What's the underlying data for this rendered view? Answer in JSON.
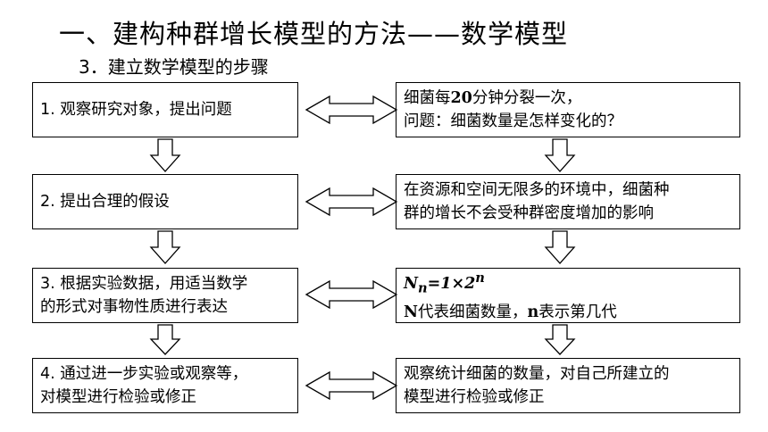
{
  "title": "一、建构种群增长模型的方法——数学模型",
  "subtitle": "3．建立数学模型的步骤",
  "steps": [
    {
      "lines": [
        "1. 观察研究对象，提出问题"
      ]
    },
    {
      "lines": [
        "2. 提出合理的假设"
      ]
    },
    {
      "lines": [
        "3. 根据实验数据，用适当数学",
        "的形式对事物性质进行表达"
      ]
    },
    {
      "lines": [
        "4. 通过进一步实验或观察等，",
        "对模型进行检验或修正"
      ]
    }
  ],
  "examples": [
    {
      "line1_num": "20",
      "line1_pre": "细菌每",
      "line1_post": "分钟分裂一次，",
      "line2": "问题：细菌数量是怎样变化的？"
    },
    {
      "lines": [
        "在资源和空间无限多的环境中，细菌种",
        "群的增长不会受种群密度增加的影响"
      ]
    },
    {
      "formula": {
        "lhs": "N",
        "lhs_sub": "n",
        "eq": "=1×2",
        "exp": "n"
      },
      "note": {
        "a": "N",
        "b": "代表细菌数量，",
        "c": "n",
        "d": "表示第几代"
      }
    },
    {
      "lines": [
        "观察统计细菌的数量，对自己所建立的",
        "模型进行检验或修正"
      ]
    }
  ]
}
